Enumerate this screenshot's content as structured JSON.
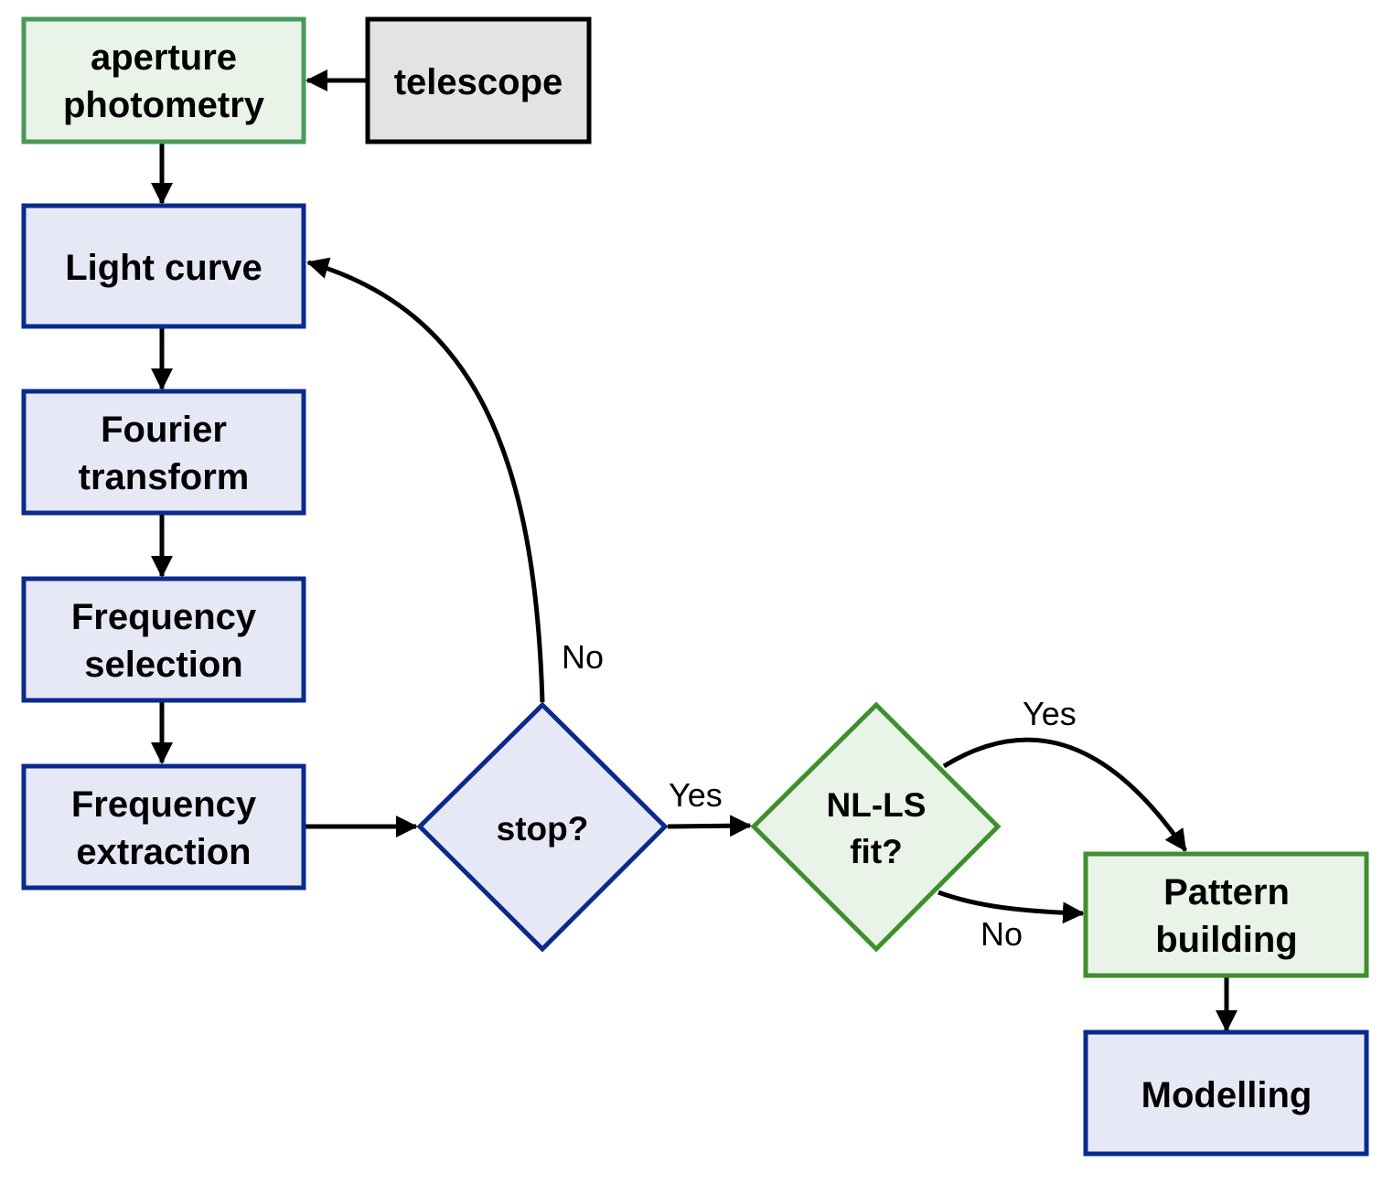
{
  "colors": {
    "blue_border": "#0a2a8c",
    "blue_fill": "#e6e9f5",
    "green_border": "#3f8f2e",
    "green_border_light": "#4a9a5a",
    "green_fill": "#eaf3e7",
    "gray_border": "#000000",
    "gray_fill": "#e3e3e3",
    "arrow": "#000000"
  },
  "nodes": {
    "aperture": {
      "line1": "aperture",
      "line2": "photometry"
    },
    "telescope": {
      "line1": "telescope"
    },
    "lightcurve": {
      "line1": "Light curve"
    },
    "fourier": {
      "line1": "Fourier",
      "line2": "transform"
    },
    "freqsel": {
      "line1": "Frequency",
      "line2": "selection"
    },
    "freqext": {
      "line1": "Frequency",
      "line2": "extraction"
    },
    "stop": {
      "line1": "stop?"
    },
    "nlls": {
      "line1": "NL-LS",
      "line2": "fit?"
    },
    "pattern": {
      "line1": "Pattern",
      "line2": "building"
    },
    "modelling": {
      "line1": "Modelling"
    }
  },
  "edges": {
    "stop_no": "No",
    "stop_yes": "Yes",
    "nlls_yes": "Yes",
    "nlls_no": "No"
  }
}
